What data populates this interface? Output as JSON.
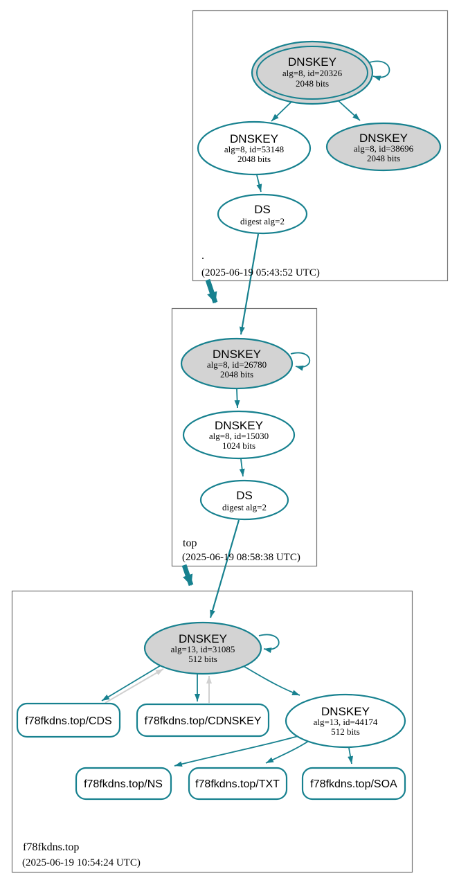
{
  "colors": {
    "secure_teal": "#17818f",
    "node_fill_gray": "#d3d3d3",
    "optional_edge_gray": "#d0d0d0",
    "cluster_border": "#737373",
    "background": "#ffffff"
  },
  "zones": {
    "root": {
      "label": ".",
      "timestamp": "(2025-06-19 05:43:52 UTC)",
      "nodes": {
        "ksk": {
          "title": "DNSKEY",
          "alg": "alg=8, id=20326",
          "size": "2048 bits"
        },
        "zsk": {
          "title": "DNSKEY",
          "alg": "alg=8, id=53148",
          "size": "2048 bits"
        },
        "ksk2": {
          "title": "DNSKEY",
          "alg": "alg=8, id=38696",
          "size": "2048 bits"
        },
        "ds": {
          "title": "DS",
          "alg": "digest alg=2"
        }
      }
    },
    "top": {
      "label": "top",
      "timestamp": "(2025-06-19 08:58:38 UTC)",
      "nodes": {
        "ksk": {
          "title": "DNSKEY",
          "alg": "alg=8, id=26780",
          "size": "2048 bits"
        },
        "zsk": {
          "title": "DNSKEY",
          "alg": "alg=8, id=15030",
          "size": "1024 bits"
        },
        "ds": {
          "title": "DS",
          "alg": "digest alg=2"
        }
      }
    },
    "f78fkdns": {
      "label": "f78fkdns.top",
      "timestamp": "(2025-06-19 10:54:24 UTC)",
      "nodes": {
        "ksk": {
          "title": "DNSKEY",
          "alg": "alg=13, id=31085",
          "size": "512 bits"
        },
        "zsk": {
          "title": "DNSKEY",
          "alg": "alg=13, id=44174",
          "size": "512 bits"
        },
        "cds": {
          "label": "f78fkdns.top/CDS"
        },
        "cdnskey": {
          "label": "f78fkdns.top/CDNSKEY"
        },
        "ns": {
          "label": "f78fkdns.top/NS"
        },
        "txt": {
          "label": "f78fkdns.top/TXT"
        },
        "soa": {
          "label": "f78fkdns.top/SOA"
        }
      }
    }
  }
}
